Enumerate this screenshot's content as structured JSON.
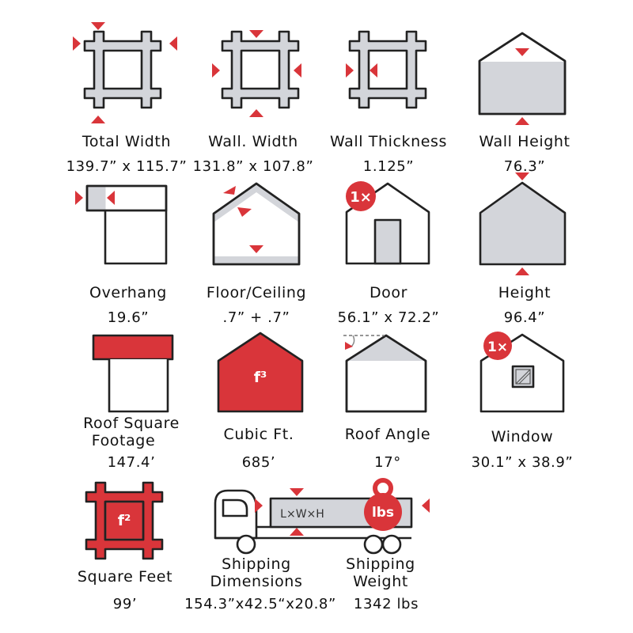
{
  "colors": {
    "accent": "#d9353a",
    "fill": "#d3d5da",
    "line": "#222222"
  },
  "specs": {
    "total_width": {
      "label": "Total Width",
      "value": "139.7” x 115.7”",
      "icon": "wall-frame-icon"
    },
    "wall_width": {
      "label": "Wall. Width",
      "value": "131.8” x 107.8”",
      "icon": "wall-frame-icon"
    },
    "wall_thickness": {
      "label": "Wall Thickness",
      "value": "1.125”",
      "icon": "wall-frame-icon"
    },
    "wall_height": {
      "label": "Wall Height",
      "value": "76.3”",
      "icon": "house-icon"
    },
    "overhang": {
      "label": "Overhang",
      "value": "19.6”",
      "icon": "overhang-icon"
    },
    "floor_ceiling": {
      "label": "Floor/Ceiling",
      "value": ".7” + .7”",
      "icon": "house-icon"
    },
    "door": {
      "label": "Door",
      "value": "56.1” x 72.2”",
      "icon": "door-icon",
      "count": "1×"
    },
    "height": {
      "label": "Height",
      "value": "96.4”",
      "icon": "house-icon"
    },
    "roof_sqft": {
      "label_line1": "Roof Square",
      "label_line2": "Footage",
      "value": "147.4’",
      "icon": "roof-icon"
    },
    "cubic_ft": {
      "label": "Cubic Ft.",
      "value": "685’",
      "icon": "cube-house-icon",
      "symbol": "f³"
    },
    "roof_angle": {
      "label": "Roof Angle",
      "value": "17°",
      "icon": "roof-angle-icon"
    },
    "window": {
      "label": "Window",
      "value": "30.1” x 38.9”",
      "icon": "window-icon",
      "count": "1×"
    },
    "square_feet": {
      "label": "Square Feet",
      "value": "99’",
      "icon": "floor-area-icon",
      "symbol": "f²"
    },
    "shipping_dims": {
      "label_line1": "Shipping",
      "label_line2": "Dimensions",
      "value": "154.3”x42.5“x20.8”",
      "icon": "truck-icon",
      "box_text": "L×W×H"
    },
    "shipping_weight": {
      "label_line1": "Shipping",
      "label_line2": "Weight",
      "value": "1342 lbs",
      "icon": "weight-icon",
      "weight_text": "lbs"
    }
  }
}
